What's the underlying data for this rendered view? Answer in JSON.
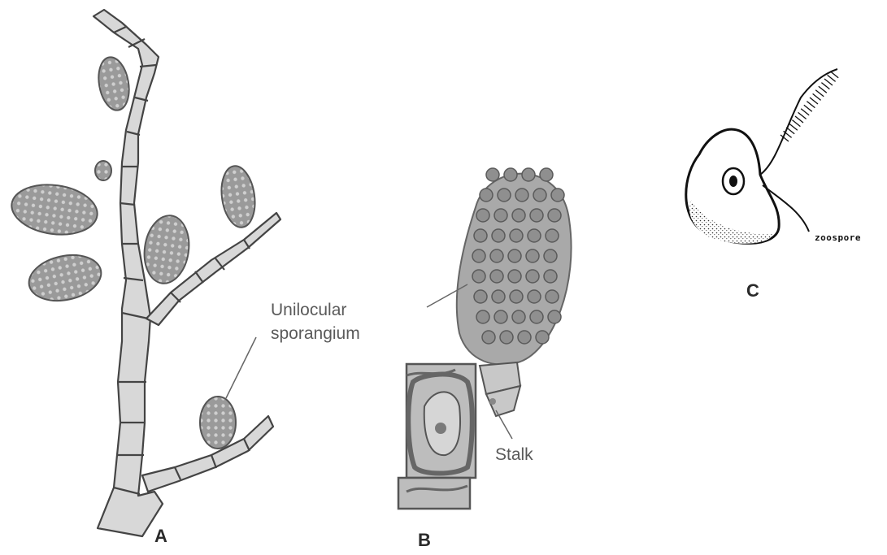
{
  "figure": {
    "panel_a": {
      "letter": "A"
    },
    "panel_b": {
      "letter": "B",
      "label_sporangium_line1": "Unilocular",
      "label_sporangium_line2": "sporangium",
      "label_stalk": "Stalk"
    },
    "panel_c": {
      "letter": "C",
      "label_zoospore": "zoospore"
    }
  }
}
